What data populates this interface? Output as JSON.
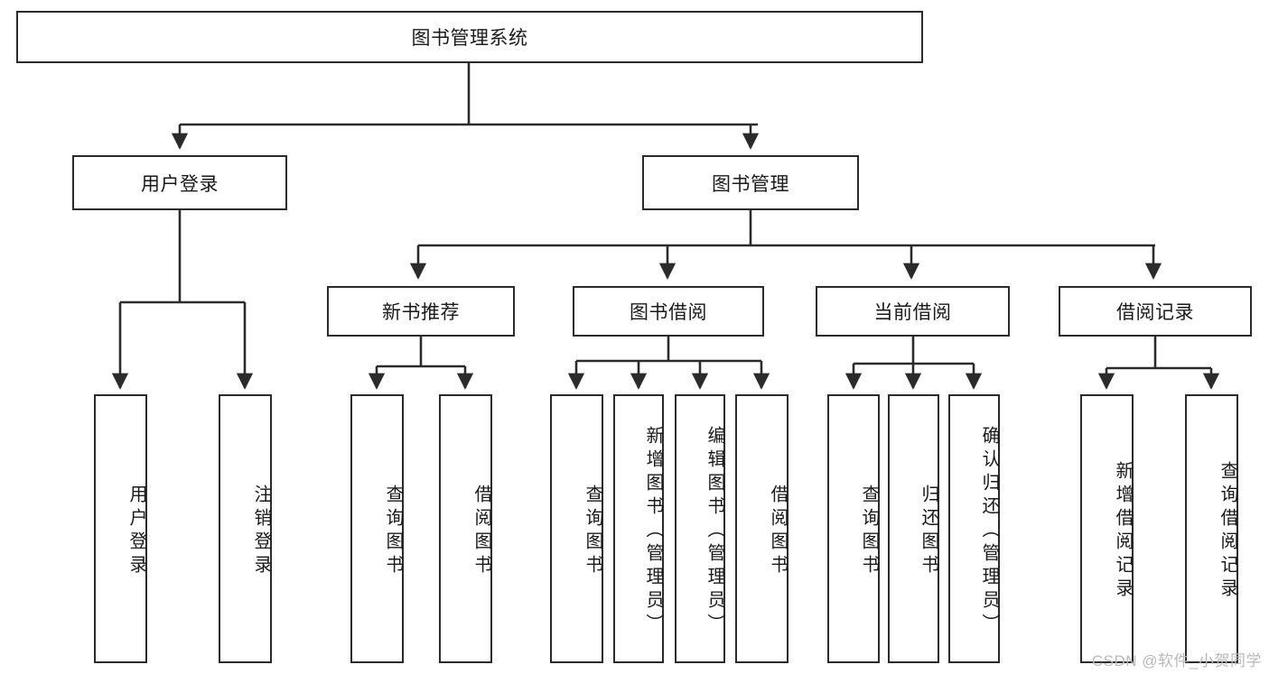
{
  "diagram": {
    "title": "图书管理系统",
    "type": "tree",
    "root": {
      "label": "图书管理系统"
    },
    "level1": [
      {
        "label": "用户登录"
      },
      {
        "label": "图书管理"
      }
    ],
    "level2": [
      {
        "label": "新书推荐"
      },
      {
        "label": "图书借阅"
      },
      {
        "label": "当前借阅"
      },
      {
        "label": "借阅记录"
      }
    ],
    "leaves": {
      "user_login": [
        {
          "label": "用户登录"
        },
        {
          "label": "注销登录"
        }
      ],
      "new_book_recommend": [
        {
          "label": "查询图书"
        },
        {
          "label": "借阅图书"
        }
      ],
      "book_borrow": [
        {
          "label": "查询图书"
        },
        {
          "label": "新增图书（管理员）"
        },
        {
          "label": "编辑图书（管理员）"
        },
        {
          "label": "借阅图书"
        }
      ],
      "current_borrow": [
        {
          "label": "查询图书"
        },
        {
          "label": "归还图书"
        },
        {
          "label": "确认归还（管理员）"
        }
      ],
      "borrow_record": [
        {
          "label": "新增借阅记录"
        },
        {
          "label": "查询借阅记录"
        }
      ]
    }
  },
  "watermark": {
    "text": "CSDN @软件_小贺同学"
  },
  "colors": {
    "background": "#ffffff",
    "border": "#2b2b2b",
    "text": "#1a1a1a",
    "watermark": "#b9b9b9"
  }
}
